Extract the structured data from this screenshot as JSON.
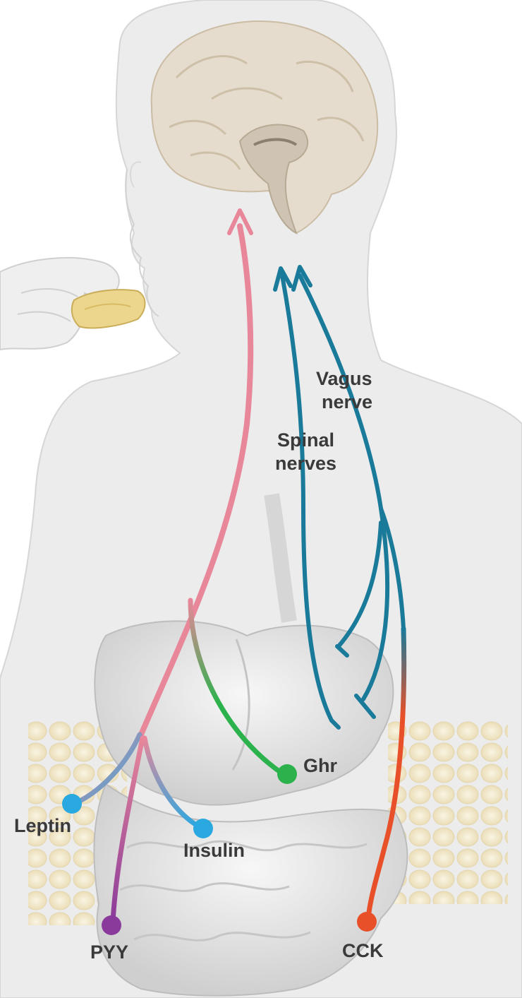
{
  "diagram": {
    "labels": {
      "vagus": [
        "Vagus",
        "nerve"
      ],
      "spinal": [
        "Spinal",
        "nerves"
      ],
      "ghrelin": "Ghr",
      "leptin": "Leptin",
      "insulin": "Insulin",
      "pyy": "PYY",
      "cck": "CCK"
    },
    "colors": {
      "pink_pathway": "#e8879a",
      "vagus_nerve": "#1a7a9a",
      "ghrelin": "#2bb24c",
      "leptin": "#2aa8e0",
      "insulin": "#2aa8e0",
      "pyy": "#8a3a9a",
      "cck": "#e8502a",
      "body": "#ececec",
      "brain": "#e6dccd",
      "fat": "#f4ead0"
    }
  }
}
